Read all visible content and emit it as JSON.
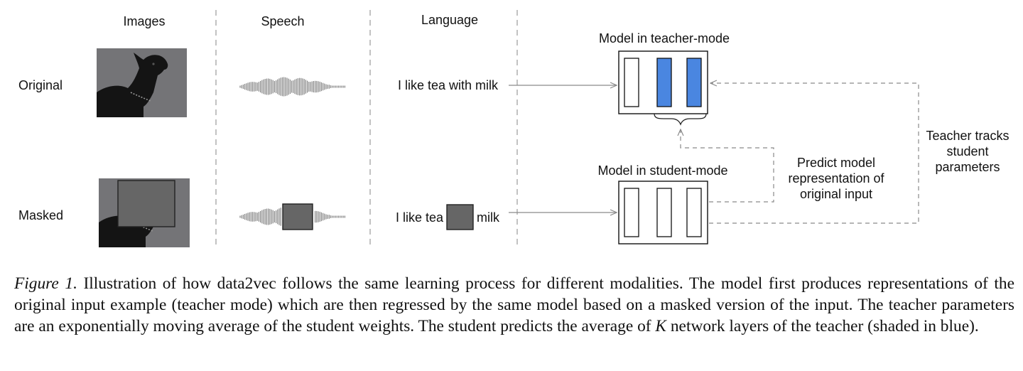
{
  "columns": {
    "images": "Images",
    "speech": "Speech",
    "language": "Language"
  },
  "rows": {
    "original": "Original",
    "masked": "Masked"
  },
  "language": {
    "original_sentence": "I like tea with milk",
    "masked_prefix": "I like tea",
    "masked_suffix": "milk"
  },
  "model": {
    "teacher_title": "Model in teacher-mode",
    "student_title": "Model in student-mode",
    "teacher_layers": [
      false,
      true,
      true
    ],
    "student_layers": [
      false,
      false,
      false
    ]
  },
  "annotations": {
    "predict": [
      "Predict model",
      "representation of",
      "original input"
    ],
    "tracks": [
      "Teacher tracks",
      "student",
      "parameters"
    ]
  },
  "caption": {
    "figure_label": "Figure 1.",
    "text_part1": " Illustration of how data2vec follows the same learning process for different modalities. The model first produces representations of the original input example (teacher mode) which are then regressed by the same model based on a masked version of the input. The teacher parameters are an exponentially moving average of the student weights. The student predicts the average of ",
    "variable": "K",
    "text_part2": " network layers of the teacher (shaded in blue)."
  },
  "colors": {
    "layer_fill": "#4a86e0",
    "mask_fill": "#666666",
    "arrow": "#8a8a8a",
    "photo_bg": "#747477"
  }
}
